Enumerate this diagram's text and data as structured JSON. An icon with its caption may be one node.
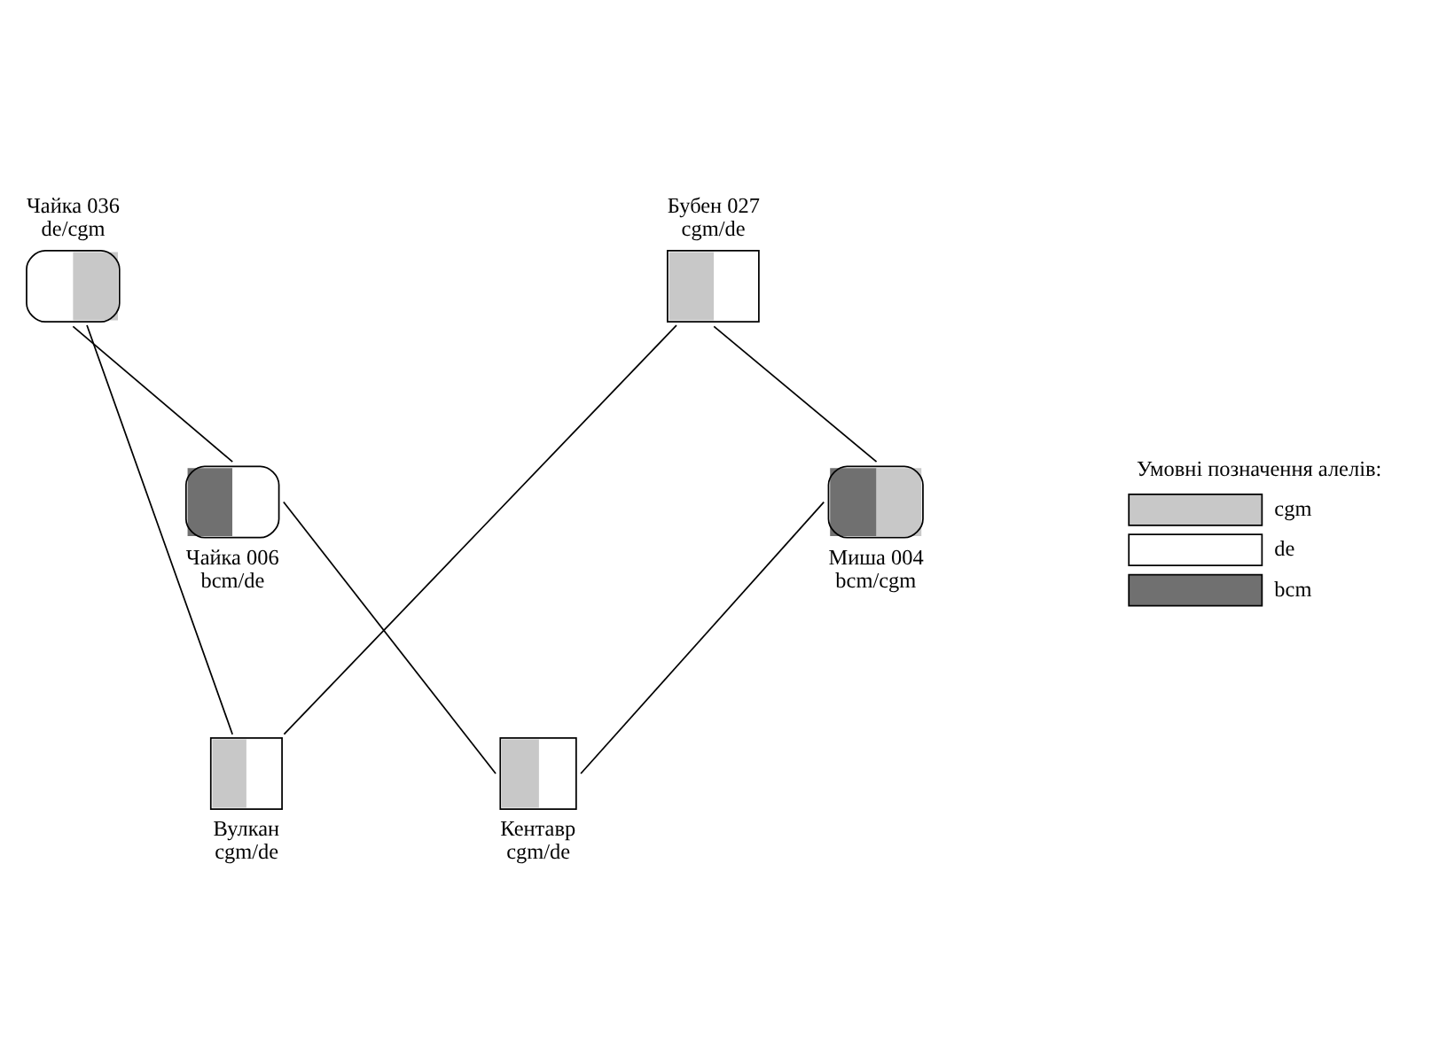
{
  "diagram": {
    "nodes": [
      {
        "text": [
          "Чайка 036",
          "de/cgm"
        ]
      },
      {
        "text": [
          "Бубен 027",
          "cgm/de"
        ]
      },
      {
        "text": [
          "Чайка 006",
          "bcm/de"
        ]
      },
      {
        "text": [
          "Миша 004",
          "bcm/cgm"
        ]
      },
      {
        "text": [
          "Кентавр",
          "cgm/de"
        ]
      },
      {
        "text": [
          "Вулкан",
          "cgm/de"
        ]
      }
    ],
    "edges": [
      {
        "from": 0,
        "to": 2,
        "arrow": "none"
      },
      {
        "from": 0,
        "to": 5,
        "arrow": "none"
      },
      {
        "from": 1,
        "to": 3,
        "arrow": "none"
      },
      {
        "from": 1,
        "to": 5,
        "arrow": "none"
      },
      {
        "from": 2,
        "to": 4,
        "arrow": "none"
      },
      {
        "from": 3,
        "to": 4,
        "arrow": "none"
      }
    ],
    "labels": [
      "Умовні позначення алелів:"
    ],
    "legend": [
      {
        "text": "cgm"
      },
      {
        "text": "de"
      },
      {
        "text": "bcm"
      }
    ]
  }
}
